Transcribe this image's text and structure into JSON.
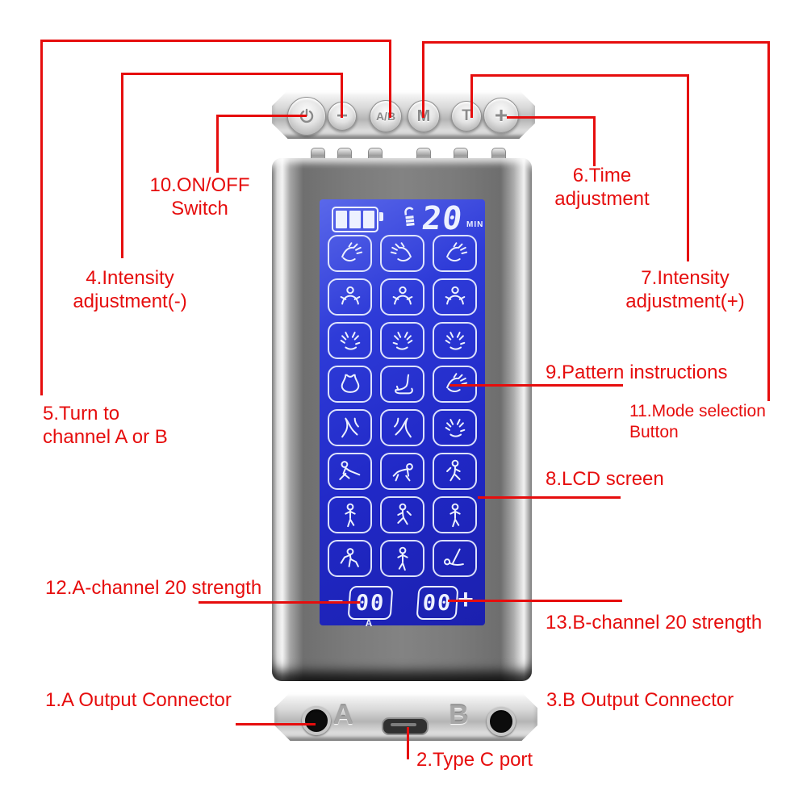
{
  "colors": {
    "callout_red": "#e60d0d",
    "lcd_blue": "#2028c6",
    "device_silver": "#c9c9c9"
  },
  "device": {
    "top_buttons": [
      {
        "name": "power-button",
        "glyph": ""
      },
      {
        "name": "minus-button",
        "glyph": "−"
      },
      {
        "name": "ab-channel-button",
        "glyph": "A/B"
      },
      {
        "name": "mode-button",
        "glyph": "M"
      },
      {
        "name": "time-button",
        "glyph": "T"
      },
      {
        "name": "plus-button",
        "glyph": "+"
      }
    ],
    "lcd": {
      "battery_icon": "battery-3-bars",
      "lock_icon": "unlock",
      "timer_value": "20",
      "timer_unit": "MIN",
      "modes": [
        {
          "name": "tapping-hands",
          "icon": "sym-hands"
        },
        {
          "name": "grasping-hand",
          "icon": "sym-hands"
        },
        {
          "name": "deep-press-hand",
          "icon": "sym-hands"
        },
        {
          "name": "neck-shoulder-massage",
          "icon": "sym-neck"
        },
        {
          "name": "shoulder-grab",
          "icon": "sym-neck"
        },
        {
          "name": "circular-kneading",
          "icon": "sym-neck"
        },
        {
          "name": "claw-scraping",
          "icon": "sym-press"
        },
        {
          "name": "finger-pressing",
          "icon": "sym-press"
        },
        {
          "name": "gua-sha-scraping",
          "icon": "sym-press"
        },
        {
          "name": "abdomen-massage",
          "icon": "sym-torso"
        },
        {
          "name": "ankle-foot-rub",
          "icon": "sym-foot"
        },
        {
          "name": "back-kneading",
          "icon": "sym-hands"
        },
        {
          "name": "crossed-legs-massage",
          "icon": "sym-legs"
        },
        {
          "name": "leg-hand-massage",
          "icon": "sym-legs"
        },
        {
          "name": "foot-kneading-hands",
          "icon": "sym-press"
        },
        {
          "name": "kneeling-stretch",
          "icon": "sym-kneel"
        },
        {
          "name": "crawl-stretch",
          "icon": "sym-crawl"
        },
        {
          "name": "walking-kick",
          "icon": "sym-walk"
        },
        {
          "name": "jogging-figure",
          "icon": "sym-stand"
        },
        {
          "name": "knee-raise",
          "icon": "sym-walk"
        },
        {
          "name": "lunge-step",
          "icon": "sym-stand"
        },
        {
          "name": "squat-stance",
          "icon": "sym-squat"
        },
        {
          "name": "standing-punch",
          "icon": "sym-stand"
        },
        {
          "name": "lying-leg-raise",
          "icon": "sym-floor"
        }
      ],
      "channel_a": {
        "sign": "−",
        "value": "00",
        "label": "A"
      },
      "channel_b": {
        "sign": "+",
        "value": "00"
      }
    },
    "bottom_ports": {
      "jack_a_letter": "A",
      "jack_b_letter": "B",
      "type_c_icon": "usb-c-port"
    }
  },
  "callouts": {
    "c1": {
      "lines": [
        "1.A Output Connector"
      ]
    },
    "c2": {
      "lines": [
        "2.Type C port"
      ]
    },
    "c3": {
      "lines": [
        "3.B Output Connector"
      ]
    },
    "c4": {
      "lines": [
        "4.Intensity",
        "adjustment(-)"
      ]
    },
    "c5": {
      "lines": [
        "5.Turn to",
        "channel A or B"
      ]
    },
    "c6": {
      "lines": [
        "6.Time",
        "adjustment"
      ]
    },
    "c7": {
      "lines": [
        "7.Intensity",
        "adjustment(+)"
      ]
    },
    "c8": {
      "lines": [
        "8.LCD screen"
      ]
    },
    "c9": {
      "lines": [
        "9.Pattern instructions"
      ]
    },
    "c10": {
      "lines": [
        "10.ON/OFF",
        "Switch"
      ]
    },
    "c11": {
      "lines": [
        "11.Mode selection",
        "Button"
      ]
    },
    "c12": {
      "lines": [
        "12.A-channel 20 strength"
      ]
    },
    "c13": {
      "lines": [
        "13.B-channel 20 strength"
      ]
    }
  }
}
